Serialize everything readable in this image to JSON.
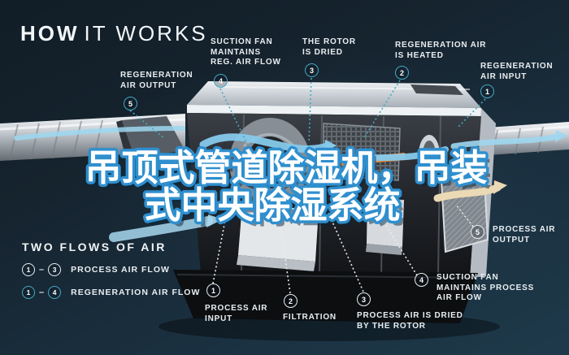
{
  "title": {
    "bold": "HOW",
    "light": "IT WORKS"
  },
  "headline": {
    "line1": "吊顶式管道除湿机，吊装",
    "line2": "式中央除湿系统"
  },
  "colors": {
    "background": "#16242f",
    "callout_teal": "#45a9c4",
    "callout_white": "#e9eef1",
    "flow_arrow_blue": "#86c9ea",
    "headline_fill": "#ffffff",
    "headline_stroke": "#2f8fce",
    "heater_orange": "#e08238",
    "output_arrow_cream": "#ead9b4"
  },
  "callouts": {
    "regeneration": [
      {
        "num": "1",
        "label": "REGENERATION\nAIR INPUT"
      },
      {
        "num": "2",
        "label": "REGENERATION AIR\nIS HEATED"
      },
      {
        "num": "3",
        "label": "THE ROTOR\nIS DRIED"
      },
      {
        "num": "4",
        "label": "SUCTION FAN\nMAINTAINS\nREG. AIR FLOW"
      },
      {
        "num": "5",
        "label": "REGENERATION\nAIR OUTPUT"
      }
    ],
    "process": [
      {
        "num": "1",
        "label": "PROCESS AIR\nINPUT"
      },
      {
        "num": "2",
        "label": "FILTRATION"
      },
      {
        "num": "3",
        "label": "PROCESS AIR IS DRIED\nBY THE ROTOR"
      },
      {
        "num": "4",
        "label": "SUCTION FAN\nMAINTAINS PROCESS\nAIR FLOW"
      },
      {
        "num": "5",
        "label": "PROCESS AIR\nOUTPUT"
      }
    ]
  },
  "legend": {
    "heading": "TWO FLOWS OF AIR",
    "rows": [
      {
        "from": "1",
        "dash": "–",
        "to": "3",
        "label": "PROCESS AIR FLOW"
      },
      {
        "from": "1",
        "dash": "–",
        "to": "4",
        "label": "REGENERATION AIR FLOW"
      }
    ]
  }
}
